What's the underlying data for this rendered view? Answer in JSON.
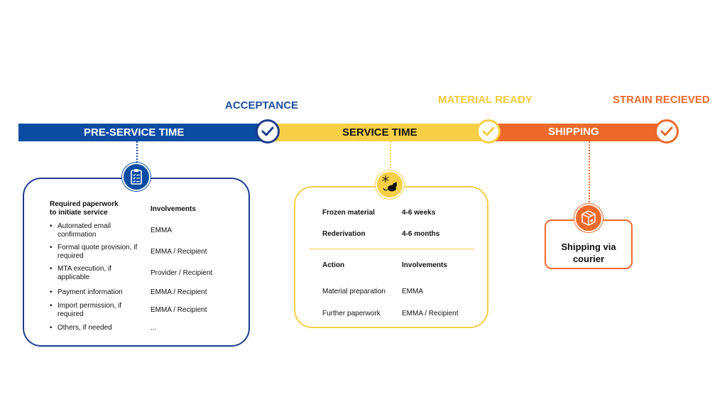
{
  "colors": {
    "blue": "#0a4da2",
    "yellow": "#f6cf46",
    "orange": "#ee6a2a",
    "navy": "#1f3c8c"
  },
  "phases": {
    "pre_service": "PRE-SERVICE TIME",
    "service": "SERVICE TIME",
    "shipping": "SHIPPING"
  },
  "milestones": {
    "acceptance": "ACCEPTANCE",
    "material_ready": "MATERIAL READY",
    "strain_received": "STRAIN RECIEVED"
  },
  "icons": {
    "pre_service": "clipboard-checklist-icon",
    "service": "frozen-mouse-icon",
    "shipping": "package-box-icon",
    "milestone": "checkmark-icon"
  },
  "pre_service_card": {
    "header_left_line1": "Required paperwork",
    "header_left_line2": "to initiate service",
    "header_right": "Involvements",
    "rows": [
      {
        "line1": "Automated email",
        "line2": "confirmation",
        "value": "EMMA"
      },
      {
        "line1": "Formal quote provision, if",
        "line2": "required",
        "value": "EMMA / Recipient"
      },
      {
        "line1": "MTA execution, if",
        "line2": "applicable",
        "value": "Provider / Recipient"
      },
      {
        "line1": "Payment information",
        "line2": "",
        "value": "EMMA / Recipient"
      },
      {
        "line1": "Import permission, if",
        "line2": "required",
        "value": "EMMA / Recipient"
      },
      {
        "line1": "Others, if needed",
        "line2": "",
        "value": "..."
      }
    ]
  },
  "service_card": {
    "durations": [
      {
        "label": "Frozen material",
        "value": "4-6 weeks"
      },
      {
        "label": "Rederivation",
        "value": "4-6 months"
      }
    ],
    "header_left": "Action",
    "header_right": "Involvements",
    "rows": [
      {
        "label": "Material preparation",
        "value": "EMMA"
      },
      {
        "label": "Further paperwork",
        "value": "EMMA / Recipient"
      }
    ]
  },
  "shipping_card": {
    "line1": "Shipping via",
    "line2": "courier"
  }
}
